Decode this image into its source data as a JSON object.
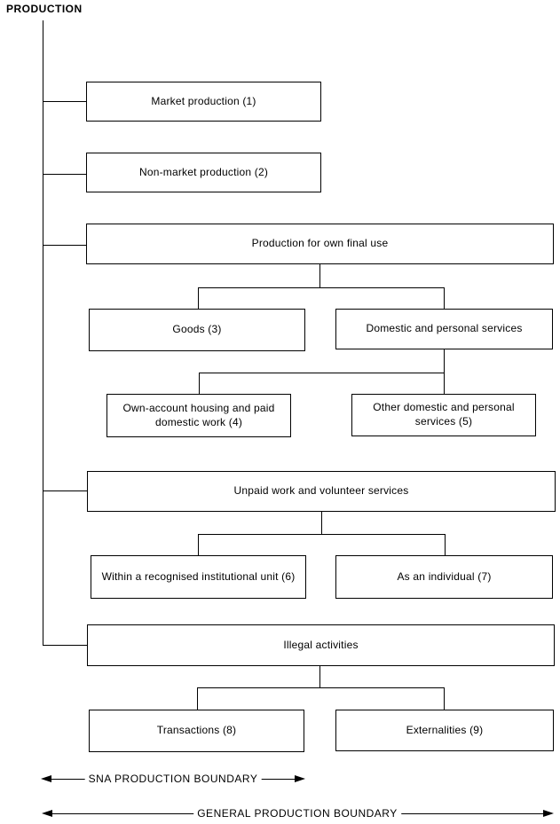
{
  "title": "PRODUCTION",
  "nodes": {
    "market": {
      "label": "Market production (1)"
    },
    "nonmarket": {
      "label": "Non-market production (2)"
    },
    "own_final_use": {
      "label": "Production for own final use"
    },
    "goods": {
      "label": "Goods (3)"
    },
    "domestic_services": {
      "label": "Domestic and personal services"
    },
    "own_account": {
      "label": "Own-account housing and paid domestic work (4)"
    },
    "other_domestic": {
      "label": "Other domestic and personal services (5)"
    },
    "unpaid": {
      "label": "Unpaid work and volunteer services"
    },
    "institutional": {
      "label": "Within a recognised institutional unit (6)"
    },
    "individual": {
      "label": "As an individual (7)"
    },
    "illegal": {
      "label": "Illegal activities"
    },
    "transactions": {
      "label": "Transactions (8)"
    },
    "externalities": {
      "label": "Externalities (9)"
    }
  },
  "boundaries": {
    "sna": {
      "label": "SNA PRODUCTION BOUNDARY"
    },
    "general": {
      "label": "GENERAL PRODUCTION BOUNDARY"
    }
  },
  "colors": {
    "line": "#000000",
    "background": "#ffffff",
    "box_fill": "#ffffff",
    "text": "#000000"
  }
}
